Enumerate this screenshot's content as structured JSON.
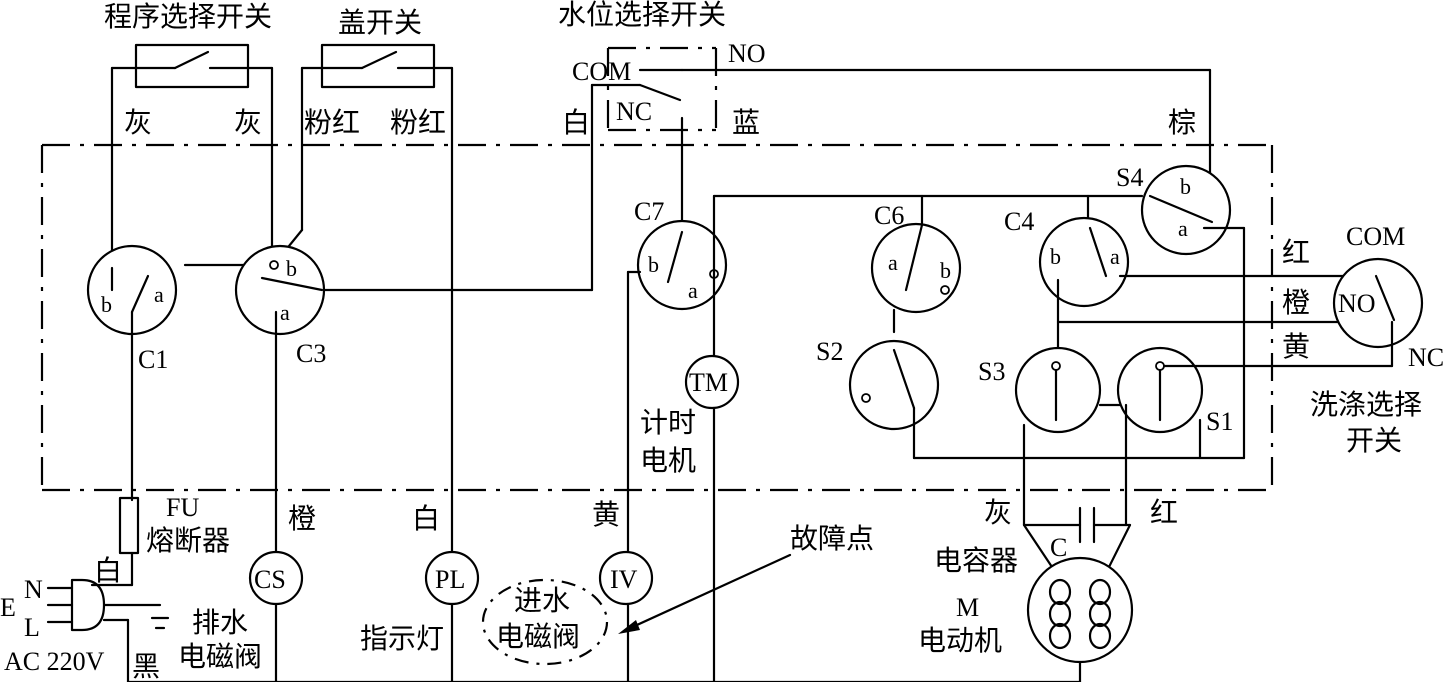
{
  "switches": {
    "program": "程序选择开关",
    "lid": "盖开关",
    "water_level": "水位选择开关",
    "wash_select": "洗涤选择",
    "wash_select_2": "开关"
  },
  "wires": {
    "gray1": "灰",
    "gray2": "灰",
    "pink1": "粉红",
    "pink2": "粉红",
    "white_top": "白",
    "blue": "蓝",
    "brown": "棕",
    "red": "红",
    "orange": "橙",
    "yellow": "黄",
    "orange_bottom": "橙",
    "white_bottom": "白",
    "yellow_bottom": "黄",
    "gray_bottom": "灰",
    "red_bottom": "红",
    "white_plug": "白",
    "black": "黑"
  },
  "contacts": {
    "com": "COM",
    "no": "NO",
    "nc": "NC",
    "com2": "COM",
    "no2": "NO",
    "nc2": "NC",
    "a": "a",
    "b": "b"
  },
  "cams": {
    "c1": "C1",
    "c3": "C3",
    "c7": "C7",
    "c6": "C6",
    "c4": "C4",
    "s4": "S4",
    "s2": "S2",
    "s3": "S3",
    "s1": "S1"
  },
  "components": {
    "tm": "TM",
    "timer_motor_1": "计时",
    "timer_motor_2": "电机",
    "fu": "FU",
    "fuse": "熔断器",
    "cs": "CS",
    "drain_valve_1": "排水",
    "drain_valve_2": "电磁阀",
    "pl": "PL",
    "indicator": "指示灯",
    "inlet_valve_1": "进水",
    "inlet_valve_2": "电磁阀",
    "iv": "IV",
    "fault_point": "故障点",
    "capacitor": "电容器",
    "cap_c": "C",
    "motor_m": "M",
    "motor": "电动机"
  },
  "plug": {
    "e": "E",
    "n": "N",
    "l": "L",
    "ac": "AC 220V"
  }
}
